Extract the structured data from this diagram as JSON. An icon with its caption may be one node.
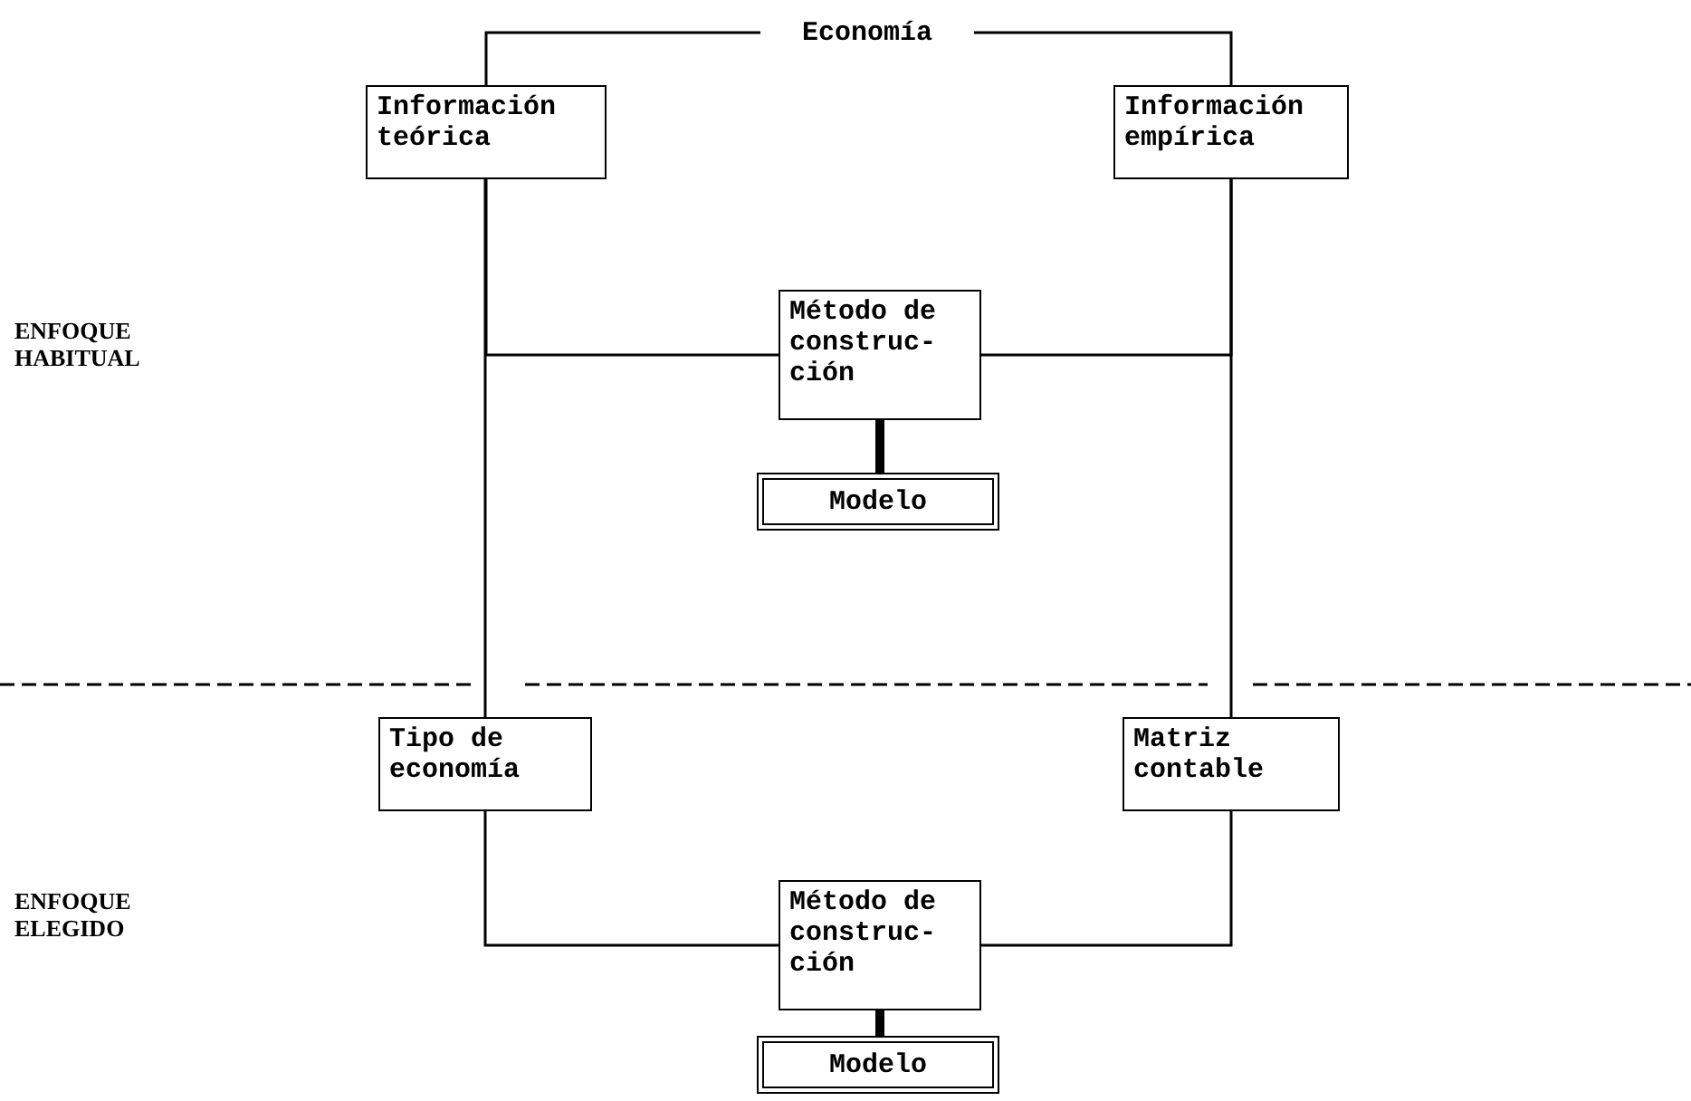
{
  "diagram": {
    "nodes": [
      {
        "text": [
          "Economía"
        ]
      },
      {
        "text": [
          "Información teórica"
        ]
      },
      {
        "text": [
          "Información empírica"
        ]
      },
      {
        "text": [
          "Método de construc- ción"
        ]
      },
      {
        "text": [
          "Modelo"
        ]
      },
      {
        "text": [
          "Tipo de economía"
        ]
      },
      {
        "text": [
          "Matriz contable"
        ]
      },
      {
        "text": [
          "Método de construc- ción"
        ]
      },
      {
        "text": [
          "Modelo"
        ]
      }
    ],
    "edges": [
      {
        "from": 0,
        "to": 1,
        "arrow": "none"
      },
      {
        "from": 0,
        "to": 2,
        "arrow": "none"
      },
      {
        "from": 1,
        "to": 5,
        "arrow": "none"
      },
      {
        "from": 2,
        "to": 6,
        "arrow": "none"
      },
      {
        "from": 1,
        "to": 3,
        "arrow": "none"
      },
      {
        "from": 3,
        "to": 2,
        "arrow": "none"
      },
      {
        "from": 3,
        "to": 4,
        "arrow": "none",
        "style": "thick"
      },
      {
        "from": 5,
        "to": 7,
        "arrow": "none"
      },
      {
        "from": 6,
        "to": 7,
        "arrow": "none"
      },
      {
        "from": 7,
        "to": 8,
        "arrow": "none",
        "style": "thick"
      }
    ],
    "labels": [
      "ENFOQUE HABITUAL",
      "ENFOQUE ELEGIDO"
    ]
  }
}
